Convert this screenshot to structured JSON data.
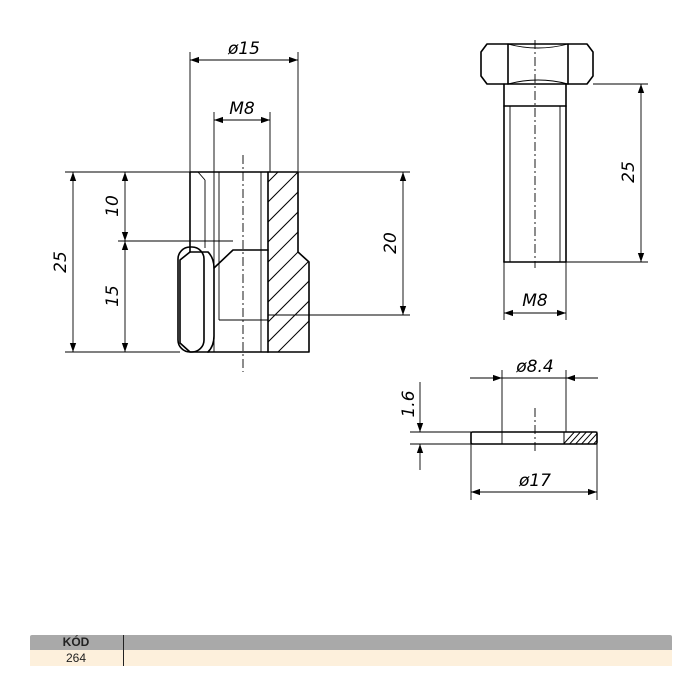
{
  "drawing": {
    "nut": {
      "diameter_label": "ø15",
      "thread_label": "M8",
      "upper_height_label": "10",
      "lower_height_label": "15",
      "total_height_label": "25",
      "thread_depth_label": "20"
    },
    "bolt": {
      "length_label": "25",
      "thread_label": "M8"
    },
    "washer": {
      "inner_diameter_label": "ø8.4",
      "thickness_label": "1.6",
      "outer_diameter_label": "ø17"
    }
  },
  "table": {
    "header": "KÓD",
    "value": "264"
  }
}
